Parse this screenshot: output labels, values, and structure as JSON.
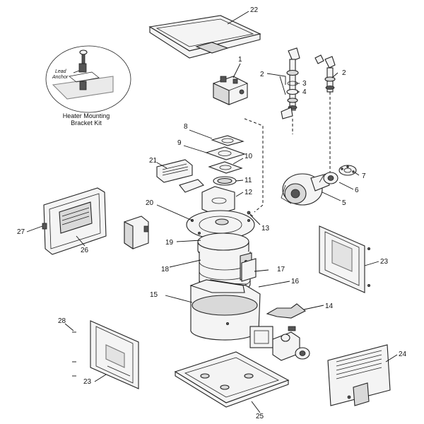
{
  "title": "Heater Exploded Parts Diagram",
  "inset": {
    "caption_line1": "Heater Mounting",
    "caption_line2": "Bracket Kit",
    "label_lead": "Lead",
    "label_anchor": "Anchor"
  },
  "callouts": {
    "c1": "1",
    "c2a": "2",
    "c2b": "2",
    "c3": "3",
    "c4": "4",
    "c5": "5",
    "c6": "6",
    "c7": "7",
    "c8": "8",
    "c9": "9",
    "c10": "10",
    "c11": "11",
    "c12": "12",
    "c13": "13",
    "c14": "14",
    "c15": "15",
    "c16": "16",
    "c17": "17",
    "c18": "18",
    "c19": "19",
    "c20": "20",
    "c21": "21",
    "c22": "22",
    "c23a": "23",
    "c23b": "23",
    "c24": "24",
    "c25": "25",
    "c26": "26",
    "c27": "27",
    "c28": "28"
  }
}
